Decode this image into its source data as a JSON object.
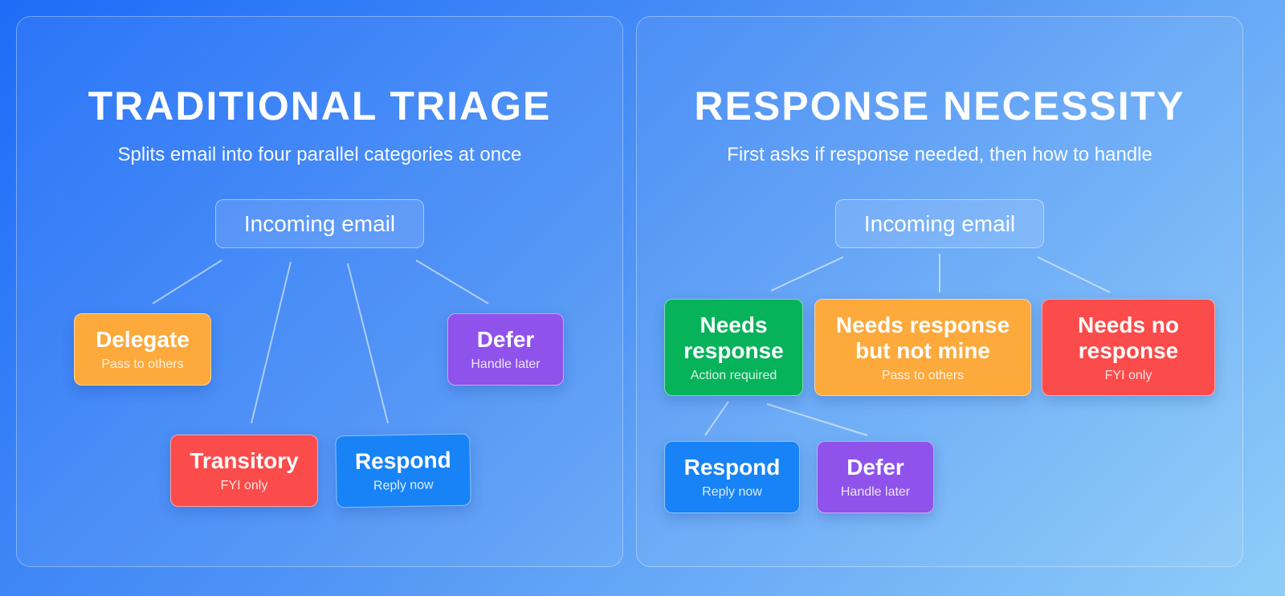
{
  "left": {
    "title": "TRADITIONAL TRIAGE",
    "subtitle": "Splits email into four parallel categories at once",
    "root": "Incoming email",
    "nodes": [
      {
        "label": "Delegate",
        "sub": "Pass to others",
        "color": "#FDA93B"
      },
      {
        "label": "Defer",
        "sub": "Handle later",
        "color": "#8F52EB"
      },
      {
        "label": "Transitory",
        "sub": "FYI only",
        "color": "#FB4B4B"
      },
      {
        "label": "Respond",
        "sub": "Reply now",
        "color": "#1783F7"
      }
    ]
  },
  "right": {
    "title": "RESPONSE NECESSITY",
    "subtitle": "First asks if response needed, then how to handle",
    "root": "Incoming email",
    "nodes": [
      {
        "label": "Needs response",
        "sub": "Action required",
        "color": "#06B25A"
      },
      {
        "label": "Needs response but not mine",
        "sub": "Pass to others",
        "color": "#FDA93B"
      },
      {
        "label": "Needs no response",
        "sub": "FYI only",
        "color": "#FB4B4B"
      },
      {
        "label": "Respond",
        "sub": "Reply now",
        "color": "#1783F7"
      },
      {
        "label": "Defer",
        "sub": "Handle later",
        "color": "#8F52EB"
      }
    ]
  }
}
